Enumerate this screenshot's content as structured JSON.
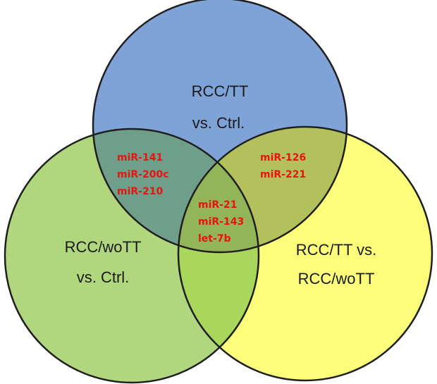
{
  "sets": {
    "a": {
      "line1": "RCC/TT",
      "line2": "vs. Ctrl.",
      "fill": "#7fa3d6"
    },
    "b": {
      "line1": "RCC/woTT",
      "line2": "vs. Ctrl.",
      "fill": "#b1d77e"
    },
    "c": {
      "line1": "RCC/TT vs.",
      "line2": "RCC/woTT",
      "fill": "#fdfd7c"
    }
  },
  "regions": {
    "ab": [
      "miR-141",
      "miR-200c",
      "miR-210"
    ],
    "ac": [
      "miR-126",
      "miR-221"
    ],
    "abc": [
      "miR-21",
      "miR-143",
      "let-7b"
    ]
  },
  "colors": {
    "outline": "#1f1f1f",
    "ab": "#6f9f8a",
    "ac": "#b2c15b",
    "bc": "#a8d75b",
    "abc": "#92b55a",
    "mirna_text": "#e8140f"
  }
}
